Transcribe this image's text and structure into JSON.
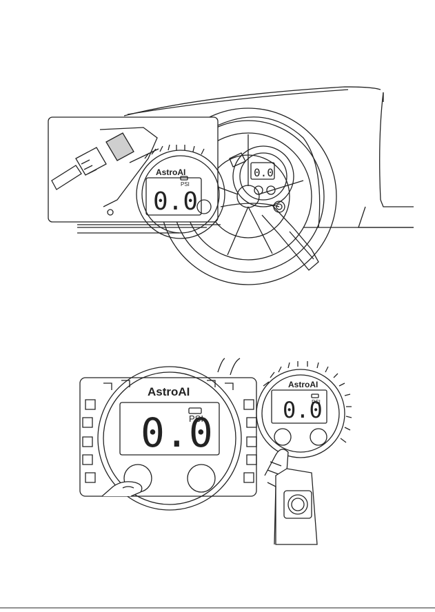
{
  "brand": "AstroAI",
  "figure_top": {
    "lcd_reading": "0.0",
    "lcd_reading_small": "0.0",
    "unit": "PSI"
  },
  "figure_bottom": {
    "lcd_reading": "0.0",
    "lcd_reading_small": "0.0",
    "unit": "PSI",
    "unit_small": "PSI"
  },
  "colors": {
    "line": "#222222",
    "shade": "#cfcfcf",
    "dark": "#333333"
  }
}
